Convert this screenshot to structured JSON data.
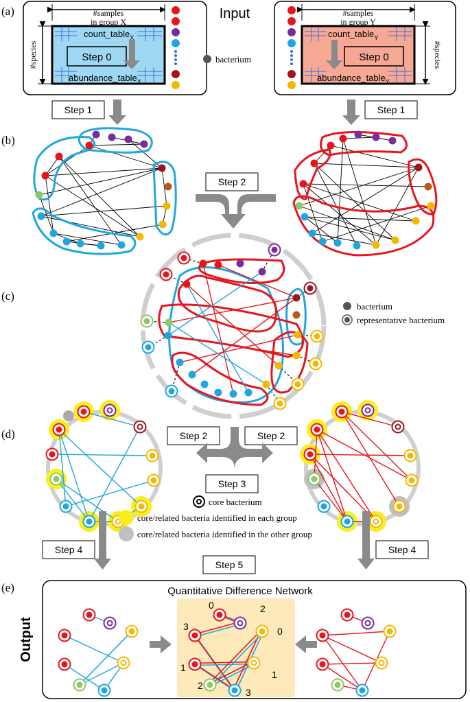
{
  "panels": {
    "a": "(a)",
    "b": "(b)",
    "c": "(c)",
    "d": "(d)",
    "e": "(e)"
  },
  "input": {
    "title": "Input",
    "samples_x": "#samples",
    "group_x": "in group X",
    "samples_y": "#samples",
    "group_y": "in group Y",
    "species_x": "#species",
    "species_y": "#species",
    "count_x": "count_table",
    "count_y": "count_table",
    "abund_x": "abundance_table",
    "abund_y": "abundance_table",
    "sub_x": "X",
    "sub_y": "Y",
    "step0_x": "Step 0",
    "step0_y": "Step 0",
    "bacterium": "bacterium"
  },
  "steps": {
    "s1_left": "Step 1",
    "s1_right": "Step 1",
    "s2_top": "Step 2",
    "s2_left": "Step 2",
    "s2_right": "Step 2",
    "s3": "Step 3",
    "s4_left": "Step 4",
    "s4_right": "Step 4",
    "s5": "Step 5"
  },
  "legend_c": {
    "bacterium": "bacterium",
    "representative": "representative bacterium"
  },
  "legend_d": {
    "core": "core bacterium",
    "yellow": "core/related bacteria identified in each group",
    "gray": "core/related bacteria identified in the other group"
  },
  "output": {
    "label": "Output",
    "title": "Quantitative Difference Network",
    "numbers": [
      "0",
      "2",
      "3",
      "0",
      "1",
      "1",
      "2",
      "3"
    ]
  },
  "colors": {
    "red": "#e8141c",
    "purple": "#7a2c9e",
    "darkred": "#a0141c",
    "brown": "#b85a1e",
    "yellow": "#f5b800",
    "blue": "#1ea6e0",
    "green": "#8cc86a",
    "table_x": "#9fd8f3",
    "table_y": "#f6a894",
    "highlight": "#fbee1e",
    "gray_highlight": "#c0c0c0",
    "output_bg": "#fde9b9",
    "arrow": "#8a8a8a"
  }
}
